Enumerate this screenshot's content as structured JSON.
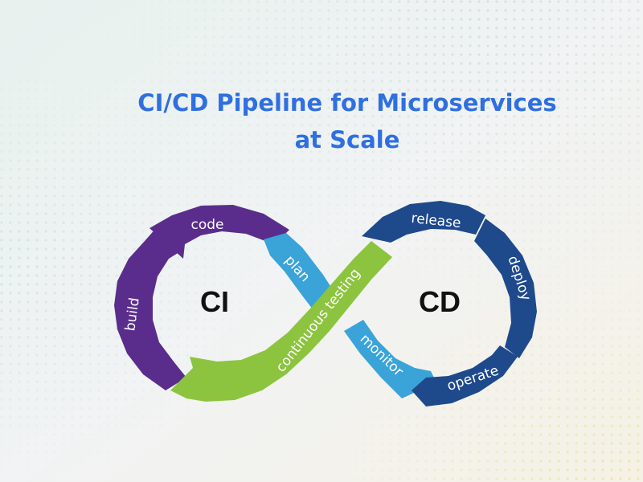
{
  "title": {
    "line1": "CI/CD Pipeline for Microservices",
    "line2": "at Scale"
  },
  "hubs": {
    "left": "CI",
    "right": "CD"
  },
  "segments": {
    "code": "code",
    "build": "build",
    "plan": "plan",
    "continuous_testing": "continuous testing",
    "release": "release",
    "deploy": "deploy",
    "operate": "operate",
    "monitor": "monitor"
  },
  "colors": {
    "title": "#2f6fe0",
    "purple": "#5a2d8c",
    "light_blue": "#3aa3d8",
    "green": "#8cc43f",
    "navy": "#1e4a8c"
  }
}
